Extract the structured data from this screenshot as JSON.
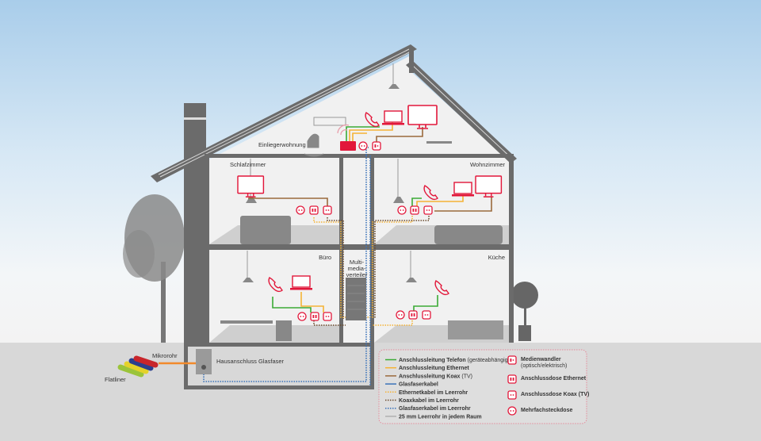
{
  "colors": {
    "accent": "#e2173a",
    "wall": "#6b6b6b",
    "telefon": "#3aaa35",
    "ethernet": "#f5b335",
    "koax": "#9b6a3c",
    "glasfaser": "#3b73b9",
    "ground": "#d8d8d8"
  },
  "rooms": {
    "attic": "Einliegerwohnung",
    "bedroom": "Schlafzimmer",
    "living": "Wohnzimmer",
    "office": "Büro",
    "kitchen": "Küche",
    "distributor": [
      "Multi-",
      "media-",
      "verteiler"
    ],
    "basement": "Hausanschluss Glasfaser"
  },
  "outside": {
    "mikrorohr": "Mikrorohr",
    "flatliner": "Flatliner"
  },
  "legend": {
    "lines": [
      {
        "label": "Anschlussleitung Telefon",
        "suffix": "(geräteabhängig)",
        "style": "solid",
        "color": "#3aaa35"
      },
      {
        "label": "Anschlussleitung Ethernet",
        "suffix": "",
        "style": "solid",
        "color": "#f5b335"
      },
      {
        "label": "Anschlussleitung Koax",
        "suffix": "(TV)",
        "style": "solid",
        "color": "#9b6a3c"
      },
      {
        "label": "Glasfaserkabel",
        "suffix": "",
        "style": "solid",
        "color": "#3b73b9"
      },
      {
        "label": "Ethernetkabel im Leerrohr",
        "suffix": "",
        "style": "dotted",
        "color": "#f5b335"
      },
      {
        "label": "Koaxkabel im Leerrohr",
        "suffix": "",
        "style": "dotted",
        "color": "#6b4a2c"
      },
      {
        "label": "Glasfaserkabel im Leerrohr",
        "suffix": "",
        "style": "dotted",
        "color": "#3b73b9"
      },
      {
        "label": "25 mm Leerrohr in jedem Raum",
        "suffix": "",
        "style": "solid",
        "color": "#b0b0b0"
      }
    ],
    "symbols": [
      {
        "icon": "media-converter-icon",
        "label": "Medienwandler",
        "sub": "(optisch/elektrisch)"
      },
      {
        "icon": "ethernet-socket-icon",
        "label": "Anschlussdose Ethernet",
        "sub": ""
      },
      {
        "icon": "coax-socket-icon",
        "label": "Anschlussdose Koax (TV)",
        "sub": ""
      },
      {
        "icon": "power-socket-icon",
        "label": "Mehrfachsteckdose",
        "sub": ""
      }
    ]
  }
}
